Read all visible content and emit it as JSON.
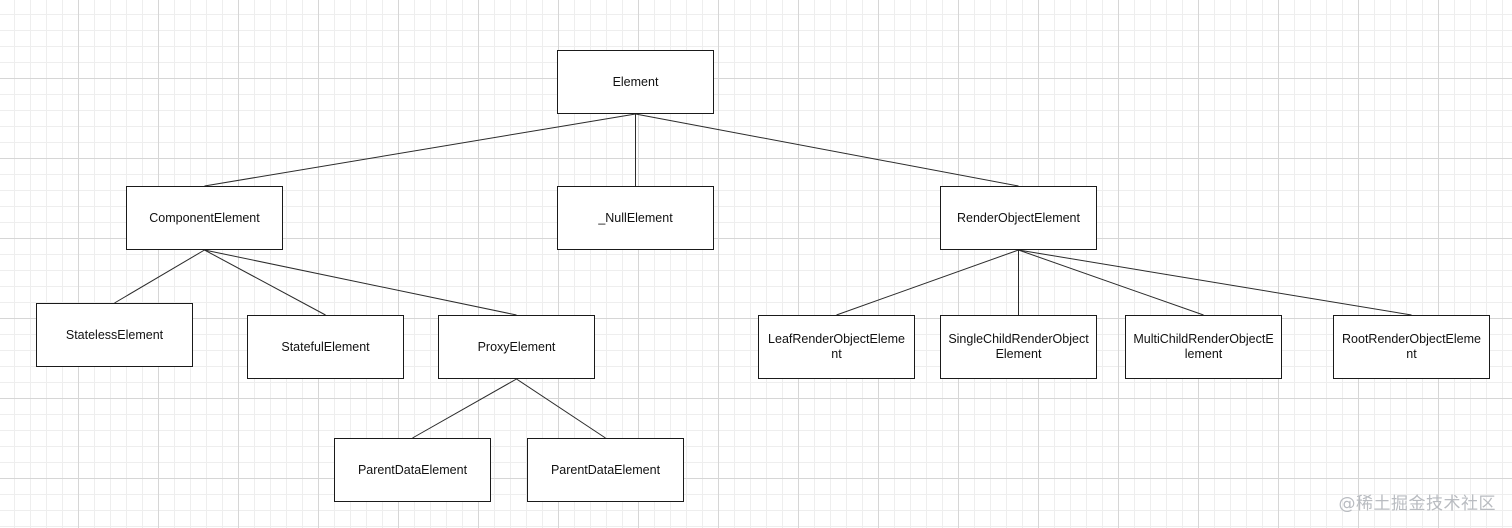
{
  "diagram": {
    "nodes": [
      {
        "id": "element",
        "label": "Element"
      },
      {
        "id": "component",
        "label": "ComponentElement"
      },
      {
        "id": "null",
        "label": "_NullElement"
      },
      {
        "id": "renderobject",
        "label": "RenderObjectElement"
      },
      {
        "id": "stateless",
        "label": "StatelessElement"
      },
      {
        "id": "stateful",
        "label": "StatefulElement"
      },
      {
        "id": "proxy",
        "label": "ProxyElement"
      },
      {
        "id": "parentdata1",
        "label": "ParentDataElement"
      },
      {
        "id": "parentdata2",
        "label": "ParentDataElement"
      },
      {
        "id": "leaf",
        "label": "LeafRenderObjectElement"
      },
      {
        "id": "singlechild",
        "label": "SingleChildRenderObjectElement"
      },
      {
        "id": "multichild",
        "label": "MultiChildRenderObjectElement"
      },
      {
        "id": "root",
        "label": "RootRenderObjectElement"
      }
    ],
    "edges": [
      {
        "from": "element",
        "to": "component"
      },
      {
        "from": "element",
        "to": "null"
      },
      {
        "from": "element",
        "to": "renderobject"
      },
      {
        "from": "component",
        "to": "stateless"
      },
      {
        "from": "component",
        "to": "stateful"
      },
      {
        "from": "component",
        "to": "proxy"
      },
      {
        "from": "proxy",
        "to": "parentdata1"
      },
      {
        "from": "proxy",
        "to": "parentdata2"
      },
      {
        "from": "renderobject",
        "to": "leaf"
      },
      {
        "from": "renderobject",
        "to": "singlechild"
      },
      {
        "from": "renderobject",
        "to": "multichild"
      },
      {
        "from": "renderobject",
        "to": "root"
      }
    ]
  },
  "watermark": "@稀土掘金技术社区",
  "colors": {
    "line": "#2b2b2b",
    "border": "#1a1a1a",
    "watermark": "#b9bcc1"
  }
}
